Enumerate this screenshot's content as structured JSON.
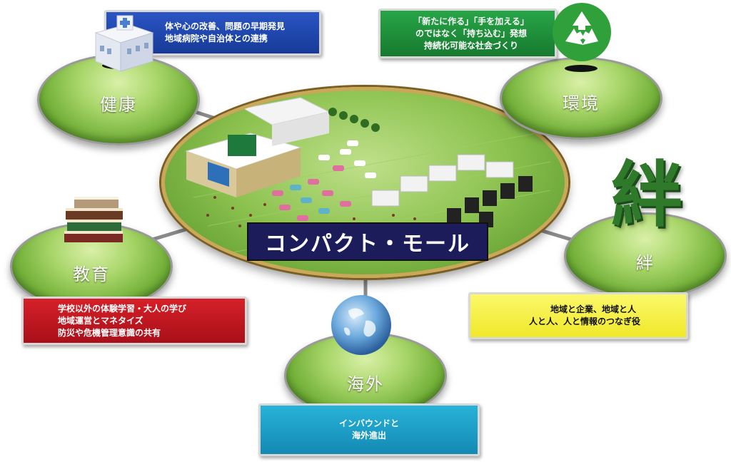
{
  "center": {
    "title": "コンパクト・モール"
  },
  "nodes": {
    "health": {
      "label": "健康",
      "icon": "hospital-building-icon"
    },
    "environment": {
      "label": "環境",
      "icon": "recycle-icon"
    },
    "education": {
      "label": "教育",
      "icon": "books-icon"
    },
    "kizuna": {
      "label": "絆",
      "emblem": "絆",
      "icon": "kizuna-kanji-emblem"
    },
    "overseas": {
      "label": "海外",
      "icon": "globe-icon"
    }
  },
  "boxes": {
    "health": {
      "lines": [
        "体や心の改善、問題の早期発見",
        "地域病院や自治体との連携"
      ],
      "color": "#1a3fa6"
    },
    "environment": {
      "lines": [
        "「新たに作る」「手を加える」",
        "のではなく「持ち込む」発想",
        "持続化可能な社会づくり"
      ],
      "color": "#1e8a36"
    },
    "education": {
      "lines": [
        "学校以外の体験学習・大人の学び",
        "地域運営とマネタイズ",
        "防災や危機管理意識の共有"
      ],
      "color": "#c0141c"
    },
    "kizuna": {
      "lines": [
        "地域と企業、地域と人",
        "人と人、人と情報のつなぎ役"
      ],
      "color": "#f3ef3a"
    },
    "overseas": {
      "lines": [
        "インバウンドと",
        "海外進出"
      ],
      "color": "#1aa3c8"
    }
  }
}
